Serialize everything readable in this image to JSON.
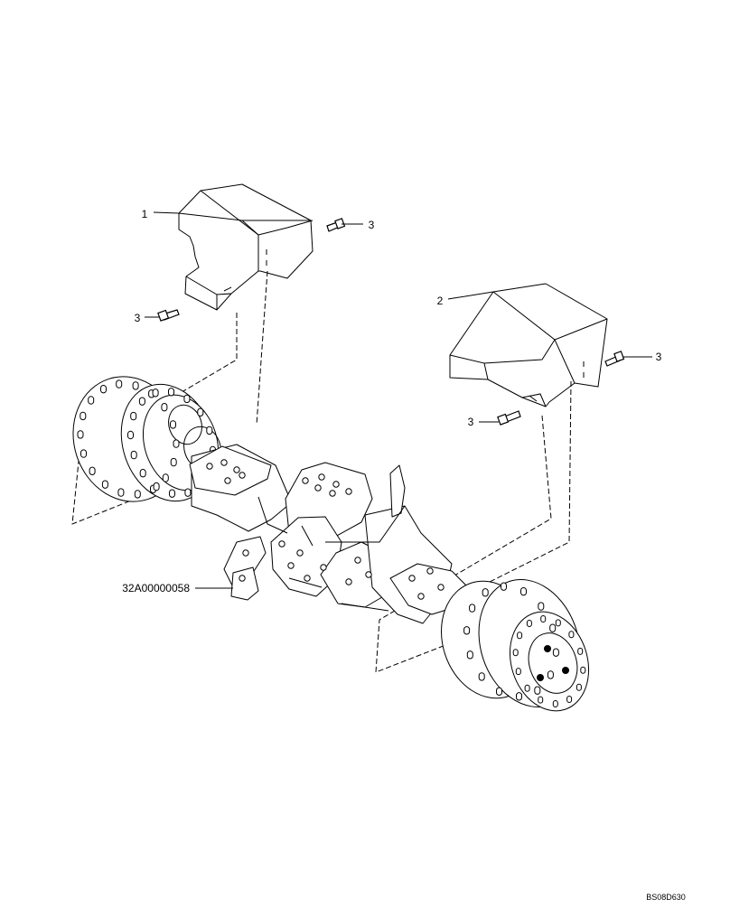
{
  "callouts": {
    "shield_left": "1",
    "shield_right": "2",
    "bolt_1": "3",
    "bolt_2": "3",
    "bolt_3": "3",
    "bolt_4": "3",
    "axle_part_number": "32A00000058"
  },
  "drawing_reference": "BS08D630"
}
